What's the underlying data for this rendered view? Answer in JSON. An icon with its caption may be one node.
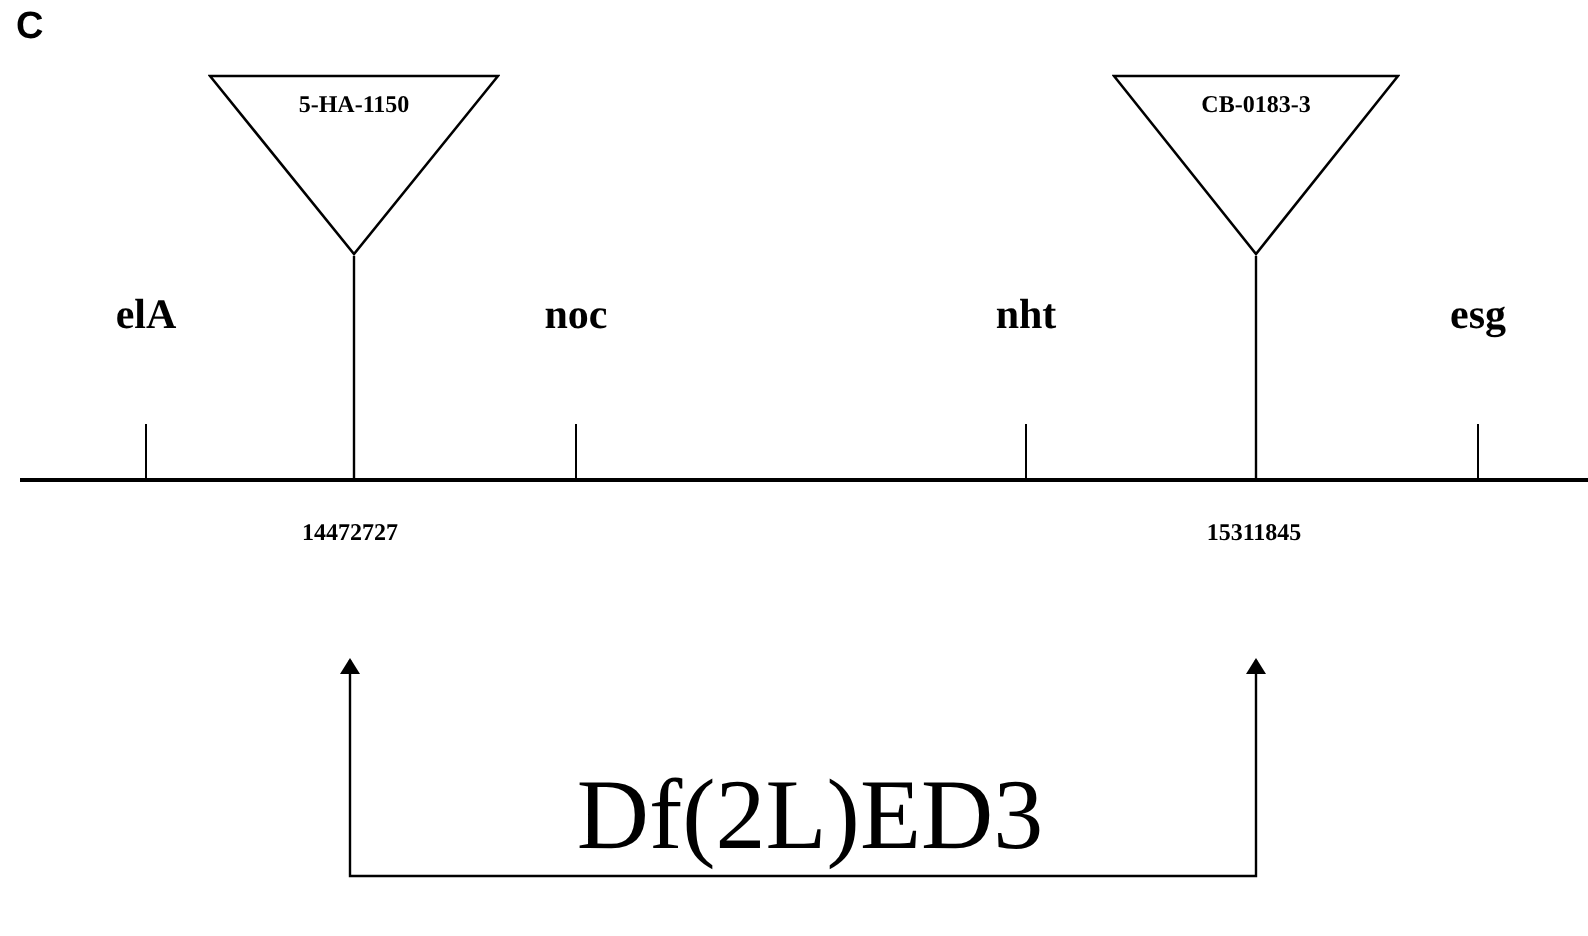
{
  "diagram": {
    "nodes": [
      {
        "text": [
          "5-HA-1150"
        ]
      },
      {
        "text": [
          "CB-0183-3"
        ]
      },
      {
        "text": [
          "Df(2L)ED3"
        ]
      },
      {
        "text": [],
        "shape": "bar"
      }
    ],
    "edges": [
      {
        "from": 2,
        "to": null,
        "arrow": "to"
      },
      {
        "from": 2,
        "to": null,
        "arrow": "to"
      },
      {
        "from": 0,
        "to": 3,
        "arrow": "none"
      },
      {
        "from": 1,
        "to": 3,
        "arrow": "none"
      }
    ],
    "labels": [
      "C",
      "elA",
      "noc",
      "nht",
      "esg",
      "14472727",
      "15311845"
    ]
  }
}
